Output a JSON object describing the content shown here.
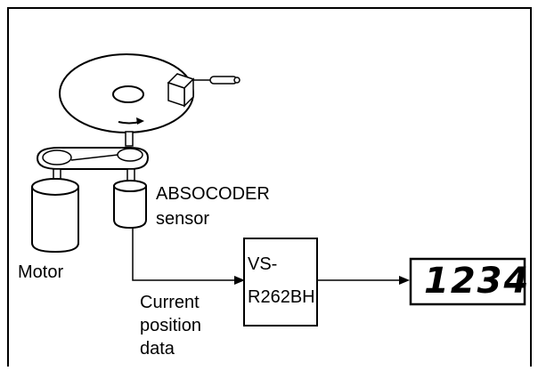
{
  "labels": {
    "sensor_line1": "ABSOCODER",
    "sensor_line2": "sensor",
    "motor": "Motor",
    "data_line1": "Current",
    "data_line2": "position",
    "data_line3": "data",
    "unit_line1": "VS-",
    "unit_line2": "R262BH",
    "display_value": "1234"
  },
  "colors": {
    "stroke": "#000000",
    "background": "#ffffff"
  }
}
